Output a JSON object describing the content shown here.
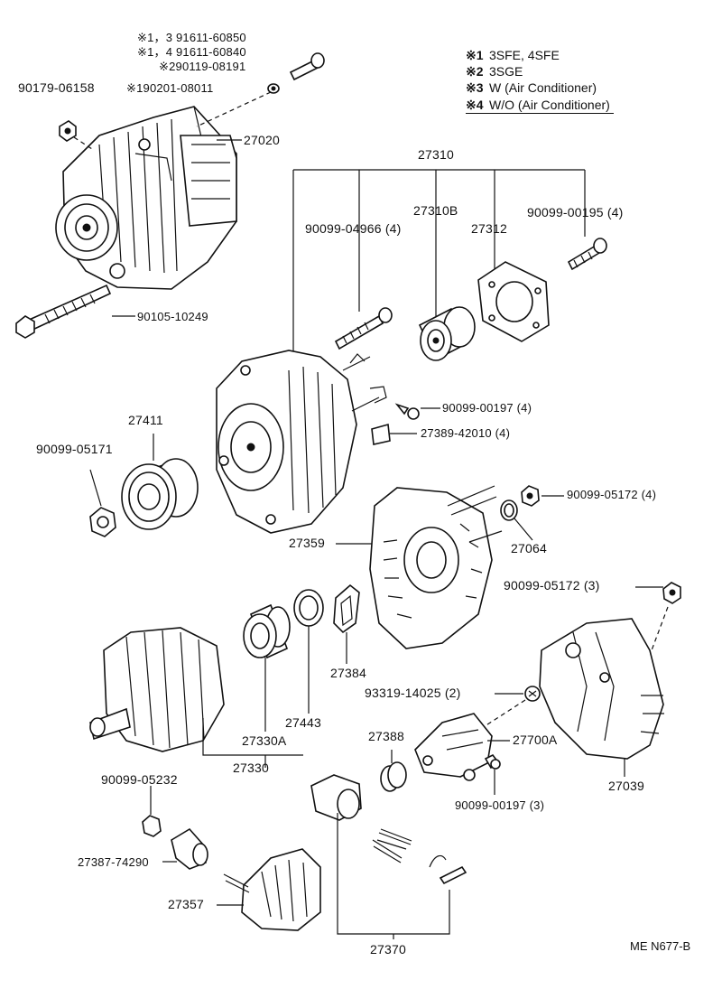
{
  "legend": [
    {
      "mark": "※1",
      "text": "3SFE, 4SFE"
    },
    {
      "mark": "※2",
      "text": "3SGE"
    },
    {
      "mark": "※3",
      "text": "W (Air Conditioner)"
    },
    {
      "mark": "※4",
      "text": "W/O (Air Conditioner)"
    }
  ],
  "labels": {
    "bolt_1_3": "※1，3 91611-60850",
    "bolt_1_4": "※1，4 91611-60840",
    "bolt_2": "※290119-08191",
    "nut_top": "90179-06158",
    "washer_top": "※190201-08011",
    "alternator_assy": "27020",
    "through_bolt": "90105-10249",
    "drive_end_group": "27310",
    "bolt_27310": "90099-04966 (4)",
    "bearing_27310b": "27310B",
    "retainer_27312": "27312",
    "screw_00195": "90099-00195 (4)",
    "screw_00197_4": "90099-00197 (4)",
    "terminal_27389": "27389-42010 (4)",
    "pulley_27411": "27411",
    "pulley_nut": "90099-05171",
    "nut_05172_4": "90099-05172 (4)",
    "frame_27359": "27359",
    "insulator_27064": "27064",
    "nut_05172_3": "90099-05172 (3)",
    "gasket_27384": "27384",
    "bushing_93319": "93319-14025 (2)",
    "bearing_27330a": "27330A",
    "cover_27443": "27443",
    "rotor_27330": "27330",
    "holder_27388": "27388",
    "regulator_27700a": "27700A",
    "screw_00197_3": "90099-00197 (3)",
    "rear_cover_27039": "27039",
    "nut_05232": "90099-05232",
    "terminal_27387": "27387-74290",
    "rectifier_27357": "27357",
    "brush_holder_27370": "27370"
  },
  "footer": "ME N677-B"
}
